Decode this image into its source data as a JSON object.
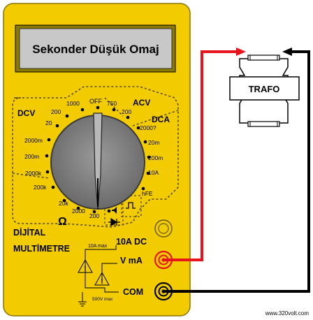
{
  "display": {
    "text": "Sekonder Düşük Omaj"
  },
  "dial": {
    "off": "OFF",
    "sections": {
      "dcv": "DCV",
      "acv": "ACV",
      "dca": "DCA",
      "ohm": "Ω"
    },
    "dcv_ranges": [
      "1000",
      "200",
      "20",
      "2000m",
      "200m"
    ],
    "ohm_ranges": [
      "2000k",
      "200k",
      "20k",
      "2000",
      "200"
    ],
    "acv_ranges": [
      "750",
      "200"
    ],
    "dca_ranges": [
      "2000?",
      "20m",
      "200m",
      "10A"
    ],
    "hfe": "hFE"
  },
  "meter": {
    "brand_line1": "DİJİTAL",
    "brand_line2": "MULTİMETRE",
    "jack_10a": "10A DC",
    "jack_vma": "V  mA",
    "jack_com": "COM",
    "limit_10a": "10A max",
    "limit_500v": "500V max"
  },
  "transformer": {
    "label": "TRAFO"
  },
  "wires": {
    "red": "#e8141b",
    "black": "#000000"
  },
  "colors": {
    "meter_body": "#f2cc00",
    "dial": "#7a7a7a",
    "display": "#c8c8c8"
  },
  "watermark": "www.320volt.com"
}
